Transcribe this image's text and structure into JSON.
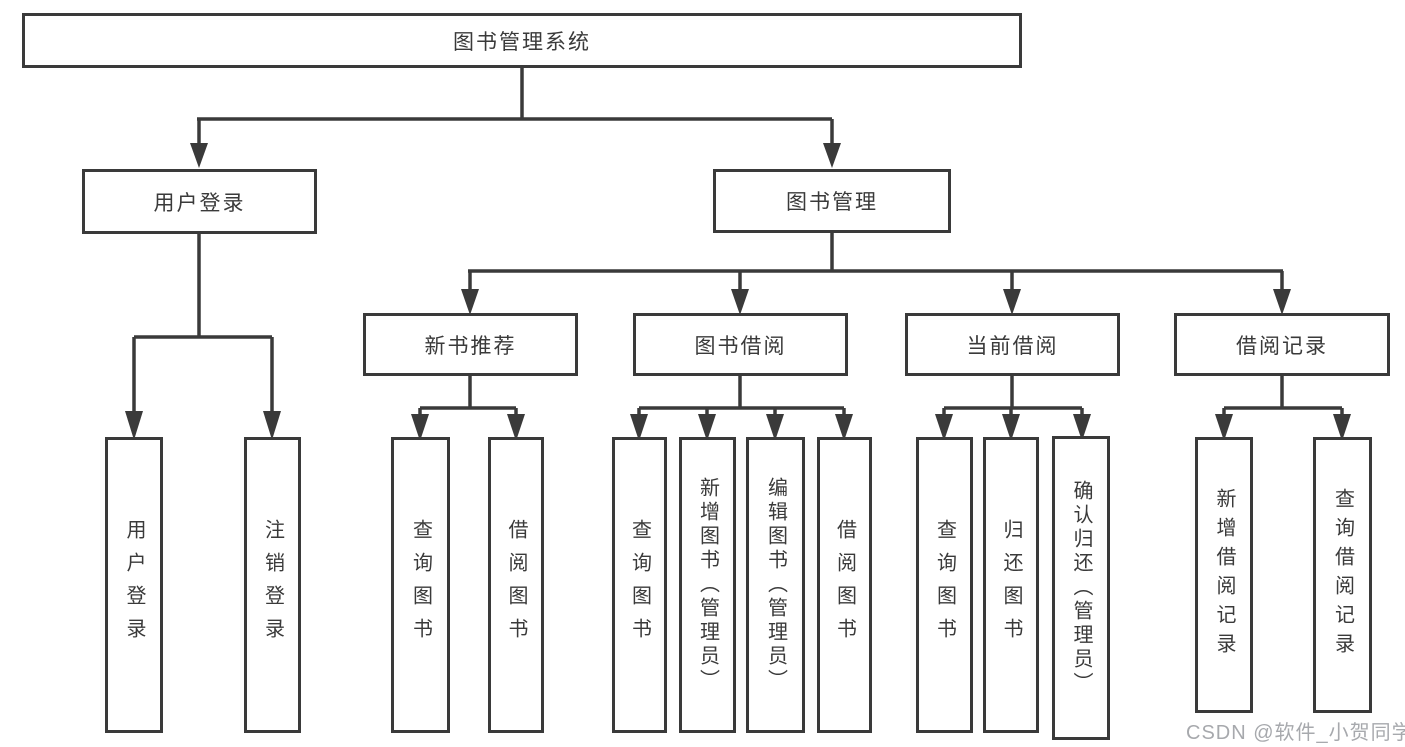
{
  "diagram": {
    "root": {
      "label": "图书管理系统"
    },
    "branches": [
      {
        "label": "用户登录",
        "children": [
          {
            "label": "用户登录"
          },
          {
            "label": "注销登录"
          }
        ]
      },
      {
        "label": "图书管理",
        "children": [
          {
            "label": "新书推荐",
            "children": [
              {
                "label": "查询图书"
              },
              {
                "label": "借阅图书"
              }
            ]
          },
          {
            "label": "图书借阅",
            "children": [
              {
                "label": "查询图书"
              },
              {
                "label": "新增图书（管理员）"
              },
              {
                "label": "编辑图书（管理员）"
              },
              {
                "label": "借阅图书"
              }
            ]
          },
          {
            "label": "当前借阅",
            "children": [
              {
                "label": "查询图书"
              },
              {
                "label": "归还图书"
              },
              {
                "label": "确认归还（管理员）"
              }
            ]
          },
          {
            "label": "借阅记录",
            "children": [
              {
                "label": "新增借阅记录"
              },
              {
                "label": "查询借阅记录"
              }
            ]
          }
        ]
      }
    ]
  },
  "watermark": {
    "text": "CSDN @软件_小贺同学"
  },
  "colors": {
    "line": "#3a3a3a",
    "text": "#3a3a3a",
    "watermark": "#a7a9ad",
    "background": "#ffffff"
  }
}
